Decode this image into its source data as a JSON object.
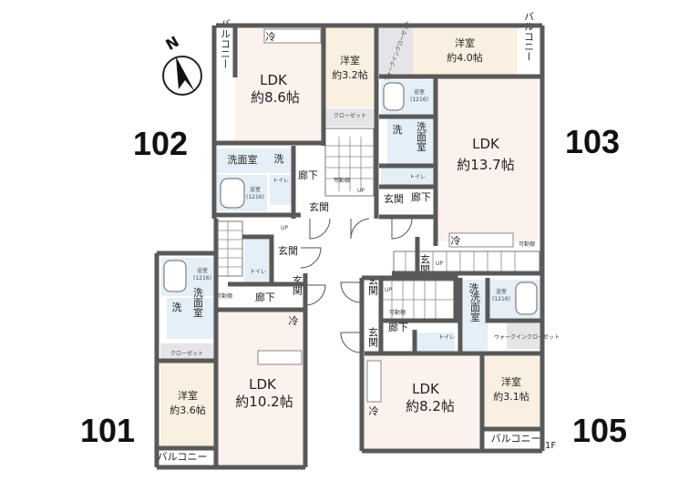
{
  "compass": {
    "label": "N",
    "icon": "north-arrow-icon"
  },
  "floor_label": "1F",
  "colors": {
    "ldk": "#fbf1ed",
    "western_room": "#f9f0e1",
    "wet_area": "#e4eff8",
    "wall": "#595959"
  },
  "units": {
    "u102": {
      "number": "102",
      "ldk": {
        "label": "LDK",
        "size": "約8.6帖"
      },
      "western": {
        "label": "洋室",
        "size": "約3.2帖"
      },
      "closet": "クローゼット",
      "washroom": "洗面室",
      "washer": "洗",
      "bath": "浴室",
      "bath_size": "(1216)",
      "toilet": "トイレ",
      "hall": "廊下",
      "shelf": "可動棚",
      "entrance": "玄関",
      "balcony": "バルコニー",
      "fridge": "冷",
      "up": "UP"
    },
    "u103": {
      "number": "103",
      "ldk": {
        "label": "LDK",
        "size": "約13.7帖"
      },
      "western": {
        "label": "洋室",
        "size": "約4.0帖"
      },
      "wic": "ウォークインクローゼット",
      "washroom": "洗面室",
      "washer": "洗",
      "bath": "浴室",
      "bath_size": "(1216)",
      "toilet": "トイレ",
      "hall": "廊下",
      "shelf": "可動棚",
      "entrance": "玄関",
      "balcony": "バルコニー",
      "fridge": "冷",
      "up": "UP"
    },
    "u101": {
      "number": "101",
      "ldk": {
        "label": "LDK",
        "size": "約10.2帖"
      },
      "western": {
        "label": "洋室",
        "size": "約3.6帖"
      },
      "closet": "クローゼット",
      "washroom": "洗面室",
      "washer": "洗",
      "bath": "浴室",
      "bath_size": "(1216)",
      "toilet": "トイレ",
      "hall": "廊下",
      "shelf": "可動棚",
      "entrance": "玄関",
      "balcony": "バルコニー",
      "fridge": "冷",
      "up": "UP"
    },
    "u105": {
      "number": "105",
      "ldk": {
        "label": "LDK",
        "size": "約8.2帖"
      },
      "western": {
        "label": "洋室",
        "size": "約3.1帖"
      },
      "wic": "ウォークインクローゼット",
      "washroom": "洗面室",
      "washer": "洗",
      "bath": "浴室",
      "bath_size": "(1216)",
      "toilet": "トイレ",
      "hall": "廊下",
      "shelf": "可動棚",
      "entrance": "玄関",
      "balcony": "バルコニー",
      "fridge": "冷",
      "up": "UP"
    }
  }
}
